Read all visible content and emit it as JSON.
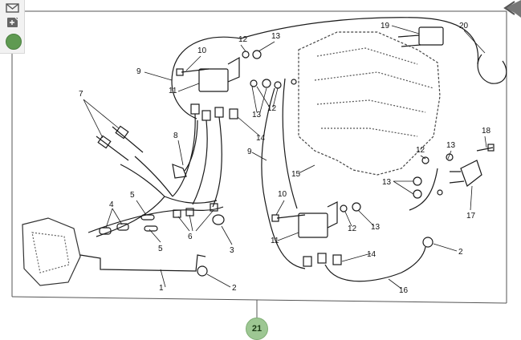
{
  "toolbar": {
    "buttons": [
      {
        "name": "mail-icon"
      },
      {
        "name": "add-page-icon"
      }
    ],
    "status_color": "#5f9a52"
  },
  "diagram": {
    "part_labels": [
      "1",
      "2",
      "2",
      "3",
      "4",
      "5",
      "5",
      "6",
      "7",
      "8",
      "9",
      "9",
      "10",
      "10",
      "11",
      "11",
      "12",
      "12",
      "12",
      "12",
      "13",
      "13",
      "13",
      "13",
      "13",
      "14",
      "14",
      "15",
      "16",
      "17",
      "18",
      "19",
      "20"
    ],
    "line_color": "#1a1a1a"
  },
  "page_badge": {
    "label": "21",
    "color": "#9dc793"
  }
}
